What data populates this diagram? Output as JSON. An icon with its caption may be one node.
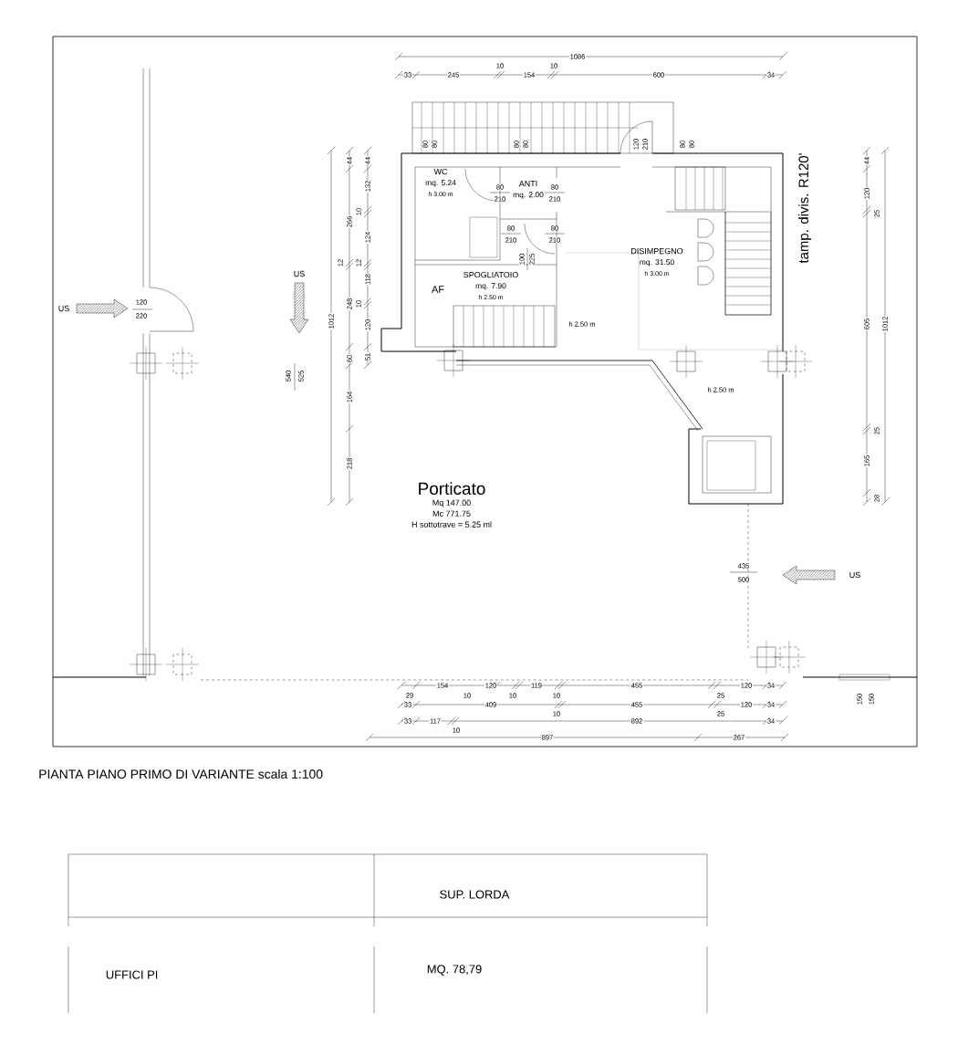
{
  "diagram": {
    "caption": "PIANTA PIANO PRIMO DI VARIANTE scala 1:100",
    "nodes": [
      {
        "text": [
          "WC",
          "mq. 5.24",
          "h 3.00 m"
        ]
      },
      {
        "text": [
          "ANTI",
          "mq. 2.00"
        ]
      },
      {
        "text": [
          "SPOGLIATOIO",
          "mq. 7.90",
          "h 2.50 m"
        ]
      },
      {
        "text": [
          "AF"
        ]
      },
      {
        "text": [
          "DISIMPEGNO",
          "mq. 31.50",
          "h 3.00 m"
        ]
      },
      {
        "text": [
          "Porticato",
          "Mq 147.00",
          "Mc 771.75",
          "H sottotrave = 5.25 ml"
        ]
      }
    ],
    "labels": [
      "1086",
      "33",
      "245",
      "10",
      "154",
      "10",
      "600",
      "34",
      "80",
      "80",
      "80",
      "80",
      "120",
      "210",
      "80",
      "80",
      "tamp. divis. R120'",
      "44",
      "44",
      "266",
      "132",
      "10",
      "124",
      "12",
      "12",
      "248",
      "118",
      "10",
      "120",
      "1012",
      "60",
      "51",
      "164",
      "218",
      "44",
      "120",
      "25",
      "605",
      "1012",
      "25",
      "165",
      "28",
      "80",
      "210",
      "80",
      "210",
      "80",
      "210",
      "80",
      "210",
      "100",
      "225",
      "h 2.50 m",
      "US",
      "120",
      "220",
      "US",
      "540",
      "525",
      "h 2.50 m",
      "435",
      "500",
      "US",
      "29",
      "154",
      "10",
      "120",
      "10",
      "119",
      "10",
      "455",
      "25",
      "120",
      "34",
      "33",
      "409",
      "10",
      "455",
      "25",
      "120",
      "34",
      "33",
      "117",
      "10",
      "892",
      "34",
      "897",
      "267",
      "150",
      "150",
      "SUP. LORDA",
      "UFFICI PI",
      "MQ. 78,79"
    ]
  }
}
